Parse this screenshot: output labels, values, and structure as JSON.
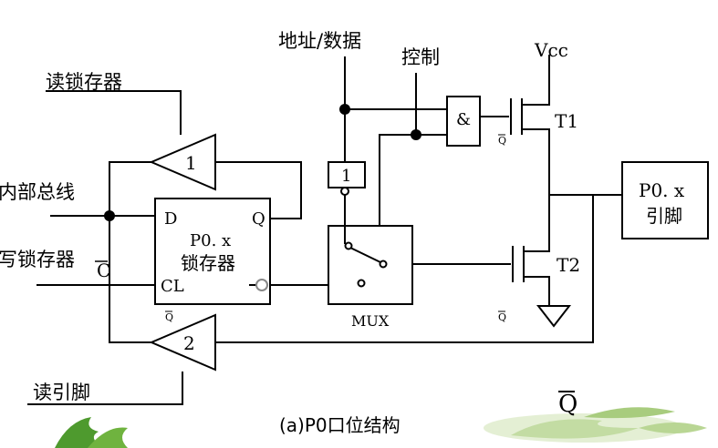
{
  "signals": {
    "read_latch": "读锁存器",
    "internal_bus": "内部总线",
    "write_latch": "写锁存器",
    "clock_c": "C",
    "read_pin": "读引脚",
    "address_data": "地址/数据",
    "control": "控制",
    "vcc": "Vcc"
  },
  "latch": {
    "d": "D",
    "q": "Q",
    "cl": "CL",
    "qbar": "Q",
    "name_line1": "P0. x",
    "name_line2": "锁存器",
    "qbar_small": "Q"
  },
  "buffers": {
    "buf1": "1",
    "buf2": "2",
    "inv1": "1"
  },
  "and_gate": "&",
  "and_qbar": "Q",
  "mux": "MUX",
  "transistors": {
    "t1": "T1",
    "t2": "T2",
    "t2_qbar": "Q"
  },
  "pin": {
    "line1": "P0. x",
    "line2": "引脚"
  },
  "caption": "(a)P0口位结构",
  "big_qbar": "Q",
  "colors": {
    "line": "#000000",
    "leaf_green": "#4e9a2e",
    "leaf_light": "#cfe3b0"
  }
}
